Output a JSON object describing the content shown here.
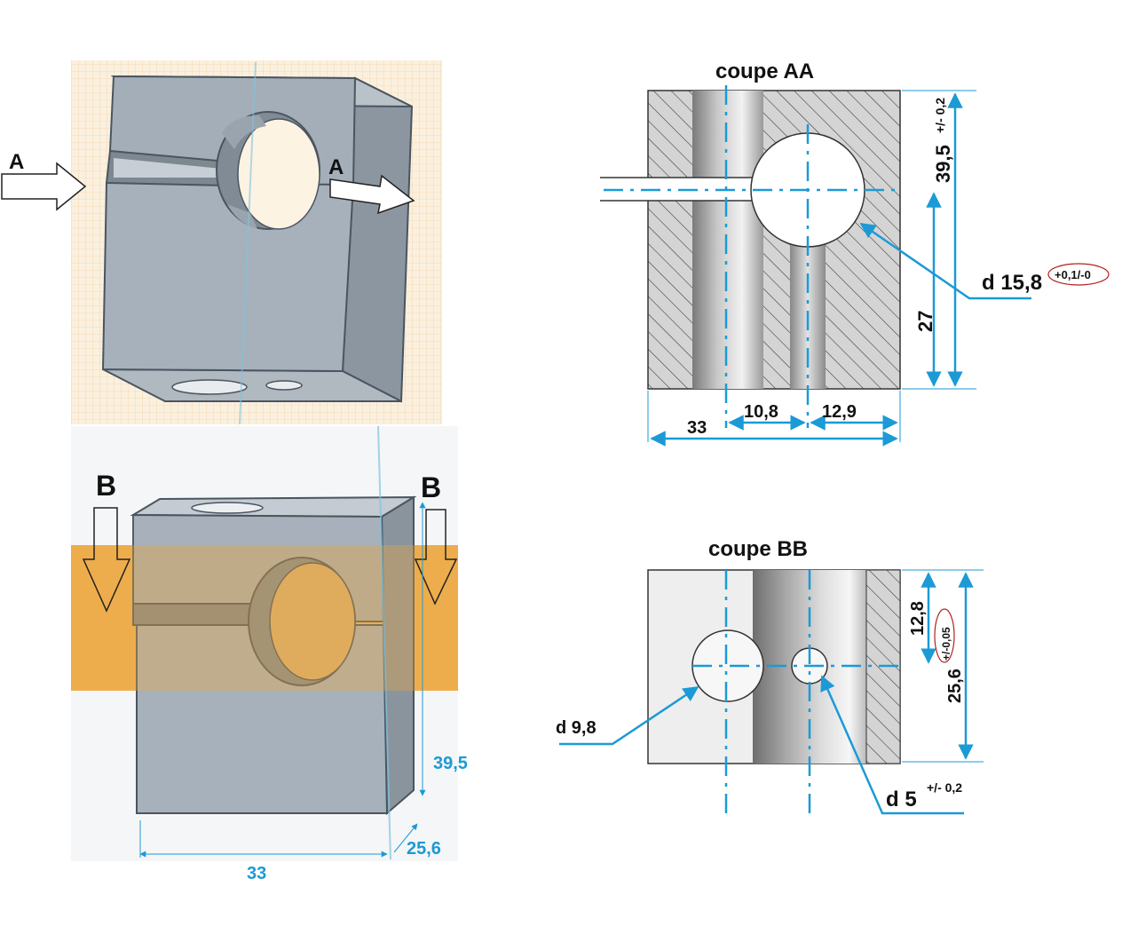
{
  "view_a": {
    "arrow_left": "A",
    "arrow_right": "A"
  },
  "view_b": {
    "arrow_left": "B",
    "arrow_right": "B",
    "dim_height": "39,5",
    "dim_width": "33",
    "dim_depth": "25,6"
  },
  "section_aa": {
    "title": "coupe AA",
    "dim_height": "39,5",
    "dim_height_tol": "+/- 0,2",
    "dim_27": "27",
    "dim_33": "33",
    "dim_10_8": "10,8",
    "dim_12_9": "12,9",
    "hole_label": "d 15,8",
    "hole_tol": "+0,1/-0"
  },
  "section_bb": {
    "title": "coupe BB",
    "dim_12_8": "12,8",
    "dim_12_8_tol": "+/-0,05",
    "dim_25_6": "25,6",
    "hole_large": "d 9,8",
    "hole_small": "d 5",
    "hole_small_tol": "+/- 0,2"
  },
  "colors": {
    "dimension": "#1b9ad6",
    "part_grey": "#9aa3ad",
    "grid": "#f5dcb8",
    "highlight": "#eda53a"
  }
}
